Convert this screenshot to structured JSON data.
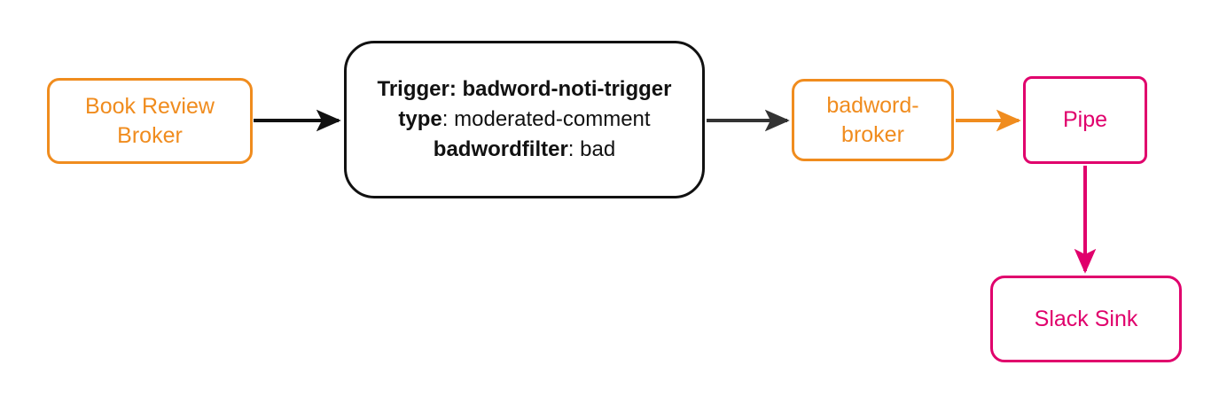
{
  "diagram": {
    "type": "flow-diagram",
    "background": "#ffffff",
    "colors": {
      "broker_orange": "#F08C1E",
      "trigger_black": "#111111",
      "pipe_magenta": "#E0006C",
      "arrow_dark": "#333333"
    }
  },
  "nodes": {
    "book_review_broker": {
      "label": "Book Review\nBroker",
      "line1": "Book Review",
      "line2": "Broker",
      "color": "#F08C1E",
      "shape": "rounded-rect"
    },
    "trigger": {
      "line1_key": "Trigger:",
      "line1_value": "badword-noti-trigger",
      "line2_key": "type",
      "line2_sep": ": ",
      "line2_value": "moderated-comment",
      "line3_key": "badwordfilter",
      "line3_sep": ": ",
      "line3_value": "bad",
      "color": "#111111",
      "shape": "rounded-rect"
    },
    "badword_broker": {
      "label": "badword-\nbroker",
      "line1": "badword-",
      "line2": "broker",
      "color": "#F08C1E",
      "shape": "rounded-rect"
    },
    "pipe": {
      "label": "Pipe",
      "color": "#E0006C",
      "shape": "rounded-rect"
    },
    "slack_sink": {
      "label": "Slack Sink",
      "color": "#E0006C",
      "shape": "rounded-rect"
    }
  },
  "edges": [
    {
      "name": "broker-to-trigger",
      "from": "book_review_broker",
      "to": "trigger",
      "color": "#111111",
      "direction": "right",
      "label": ""
    },
    {
      "name": "trigger-to-badword-broker",
      "from": "trigger",
      "to": "badword_broker",
      "color": "#333333",
      "direction": "right",
      "label": ""
    },
    {
      "name": "badword-broker-to-pipe",
      "from": "badword_broker",
      "to": "pipe",
      "color": "#F08C1E",
      "direction": "right",
      "label": ""
    },
    {
      "name": "pipe-to-slack-sink",
      "from": "pipe",
      "to": "slack_sink",
      "color": "#E0006C",
      "direction": "down",
      "label": ""
    }
  ]
}
